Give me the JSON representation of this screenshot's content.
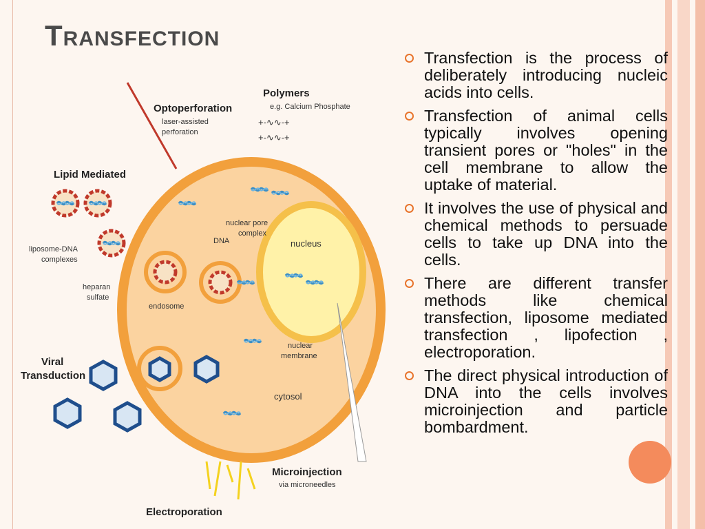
{
  "slide": {
    "title_first": "T",
    "title_rest": "RANSFECTION",
    "bullets": [
      "Transfection is the process of deliberately introducing nucleic acids into cells.",
      "Transfection of animal cells typically involves opening transient pores or \"holes\" in the cell membrane to allow the uptake of material.",
      "It involves the use of physical and chemical methods to persuade cells to take up DNA into the cells.",
      "There are different transfer methods like chemical transfection, liposome mediated transfection , lipofection , electroporation.",
      "The direct physical introduction of DNA into the cells involves microinjection and particle bombardment."
    ]
  },
  "diagram": {
    "labels": {
      "polymers": "Polymers",
      "polymers_sub": "e.g. Calcium Phosphate",
      "optoperforation": "Optoperforation",
      "opto_sub1": "laser-assisted",
      "opto_sub2": "perforation",
      "lipid_mediated": "Lipid Mediated",
      "liposome_dna1": "liposome-DNA",
      "liposome_dna2": "complexes",
      "heparan1": "heparan",
      "heparan2": "sulfate",
      "endosome": "endosome",
      "dna": "DNA",
      "nuclear_pore1": "nuclear pore",
      "nuclear_pore2": "complex",
      "nucleus": "nucleus",
      "nuclear_membrane1": "nuclear",
      "nuclear_membrane2": "membrane",
      "cytosol": "cytosol",
      "viral1": "Viral",
      "viral2": "Transduction",
      "microinjection": "Microinjection",
      "micro_sub": "via microneedles",
      "electroporation": "Electroporation",
      "polymer_row1": "+-∿∿-+",
      "polymer_row2": "+-∿∿-+"
    },
    "colors": {
      "cell_fill": "#fbd3a0",
      "cell_membrane": "#f2a03c",
      "nucleus_fill": "#fff2a8",
      "nucleus_ring": "#f5c04a",
      "dna": "#3c8fc6",
      "liposome_red": "#c0392b",
      "virus_blue": "#1f4e8c",
      "heparan_green": "#3a9a3a",
      "laser_red": "#c0392b",
      "electro_yellow": "#f4d21f",
      "accent_orange": "#f48b5c"
    }
  }
}
